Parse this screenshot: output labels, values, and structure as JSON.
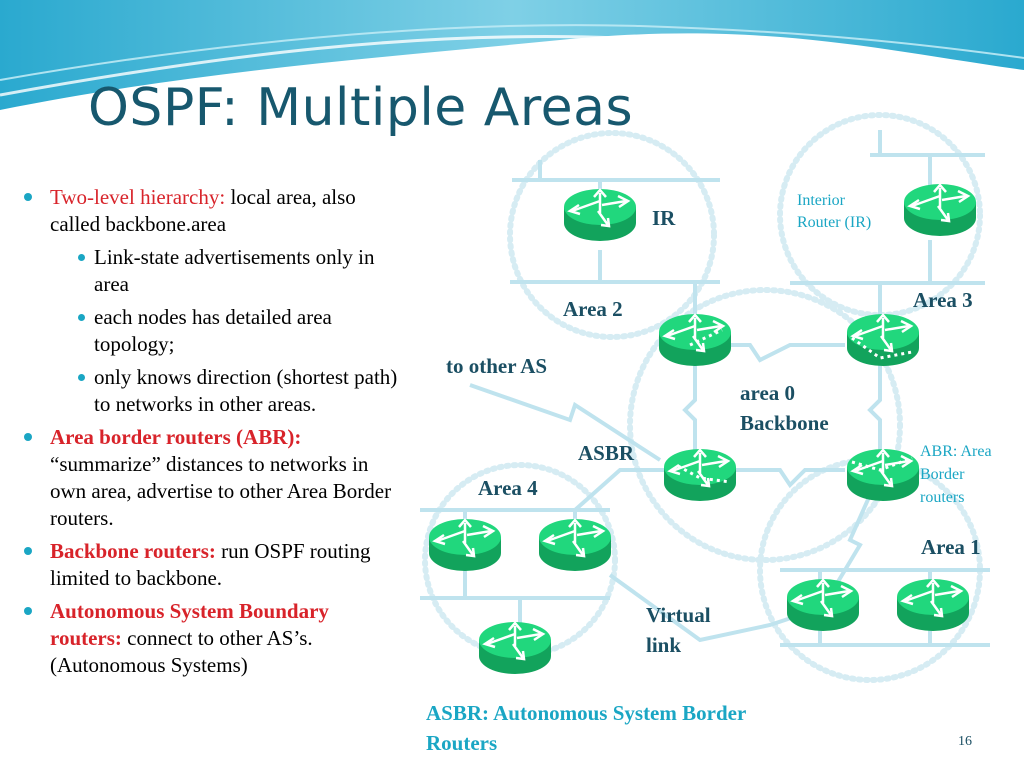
{
  "slide": {
    "title": "OSPF: Multiple Areas",
    "number": "16"
  },
  "bullets": {
    "b1_red": "Two-level hierarchy:",
    "b1_text": " local area, also called backbone.area",
    "sub1": "Link-state advertisements only in area",
    "sub2": "each nodes has detailed area topology;",
    "sub3": "only knows direction (shortest path) to networks in other areas.",
    "b2_red": "Area border routers (ABR):",
    "b2_text": " “summarize” distances  to networks in own area, advertise to other Area Border routers.",
    "b3_red": "Backbone routers:",
    "b3_text": " run OSPF routing limited to backbone.",
    "b4_red": "Autonomous System Boundary routers:",
    "b4_text": " connect to other AS’s. (Autonomous Systems)"
  },
  "diagram": {
    "ir": "IR",
    "interior_router_l1": "Interior",
    "interior_router_l2": "Router (IR)",
    "area2": "Area 2",
    "area3": "Area 3",
    "to_other_as": "to other AS",
    "area0_l1": "area 0",
    "area0_l2": "Backbone",
    "asbr": "ASBR",
    "abr_l1": "ABR: Area",
    "abr_l2": "Border",
    "abr_l3": "routers",
    "area4": "Area 4",
    "area1": "Area 1",
    "virtual_l1": "Virtual",
    "virtual_l2": "link",
    "asbr_note_l1": "ASBR: Autonomous System Border",
    "asbr_note_l2": "Routers"
  },
  "colors": {
    "title": "#17586e",
    "accent": "#1aa6c4",
    "highlight": "#d8232a",
    "router": "#1fd47a",
    "link": "#bfe3ee"
  },
  "icons": [
    "router-icon"
  ]
}
